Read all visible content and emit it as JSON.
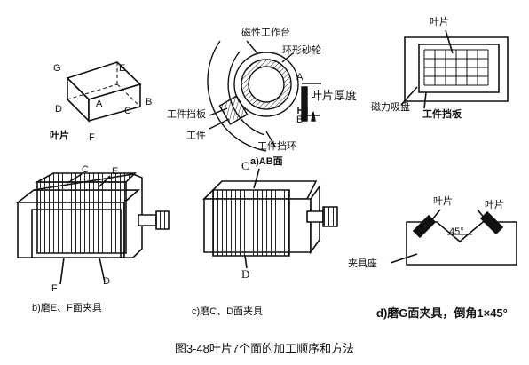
{
  "figure_caption": "图3-48叶片7个面的加工顺序和方法",
  "panel_a_block": {
    "labels": {
      "G": "G",
      "E": "E",
      "D": "D",
      "A": "A",
      "C": "C",
      "B": "B",
      "F": "F",
      "name": "叶片"
    }
  },
  "panel_a_grinding": {
    "caption": "a)AB面",
    "magnetic_table": "磁性工作台",
    "ring_wheel": "环形砂轮",
    "part_baffle": "工件挡板",
    "part": "工件",
    "part_ring": "工件挡环",
    "A": "A",
    "B": "B",
    "thickness": "叶片厚度",
    "C_letter": "C"
  },
  "panel_a_chuck": {
    "blade": "叶片",
    "magnetic_chuck": "磁力吸盘",
    "part_baffle": "工件挡板"
  },
  "panel_b": {
    "C": "C",
    "E": "E",
    "F": "F",
    "D": "D",
    "caption": "b)磨E、F面夹具"
  },
  "panel_c": {
    "D": "D",
    "caption": "c)磨C、D面夹具"
  },
  "panel_d": {
    "blade_left": "叶片",
    "blade_right": "叶片",
    "angle": "45°",
    "fixture": "夹具座",
    "caption": "d)磨G面夹具，倒角1×45°"
  }
}
